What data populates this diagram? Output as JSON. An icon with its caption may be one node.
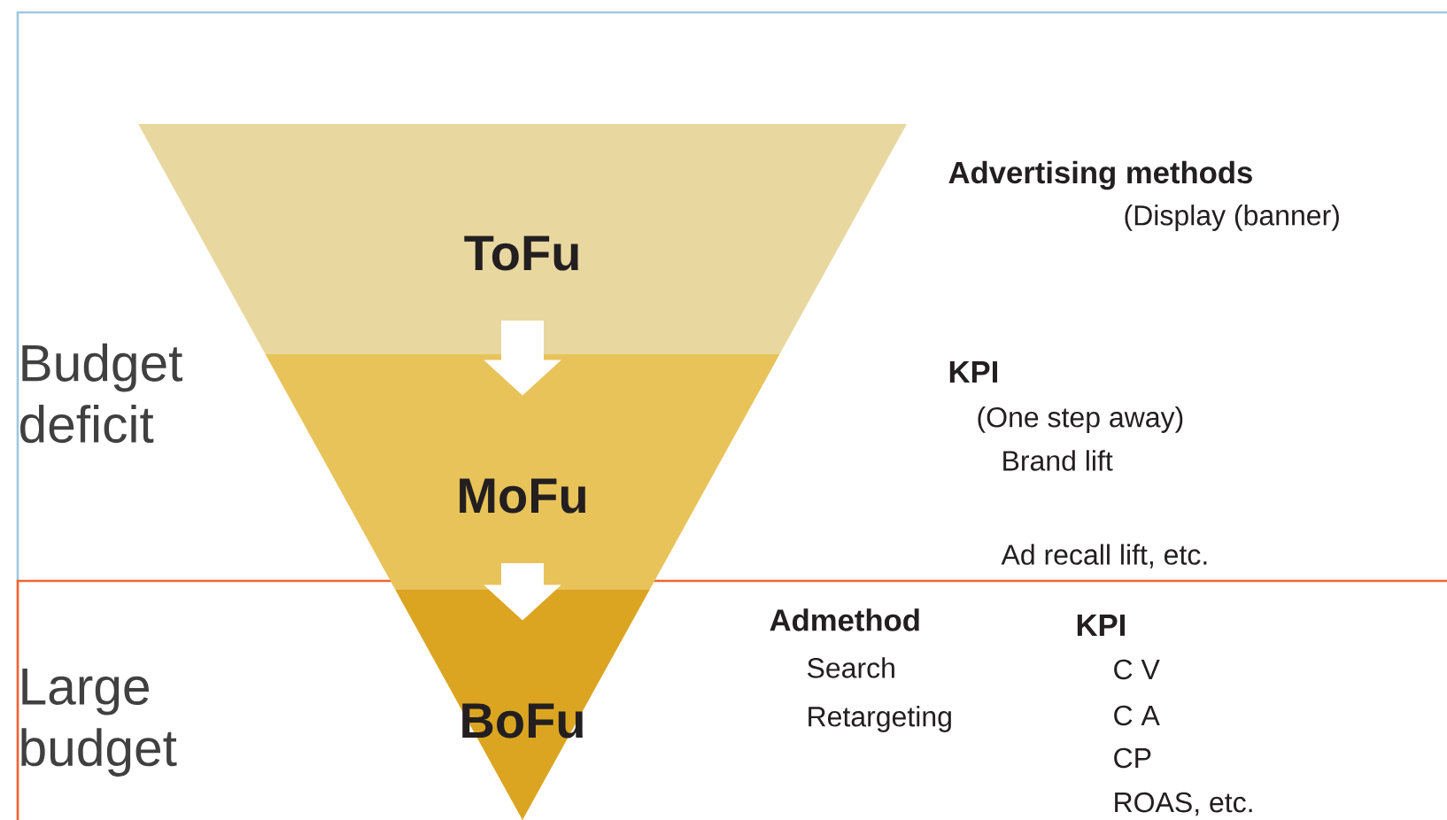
{
  "diagram": {
    "nodes": [
      {
        "text": [
          "ToFu"
        ]
      },
      {
        "text": [
          "MoFu"
        ]
      },
      {
        "text": [
          "BoFu"
        ]
      }
    ],
    "edges": [
      {
        "from": 0,
        "to": 1,
        "arrow": "to"
      },
      {
        "from": 1,
        "to": 2,
        "arrow": "to"
      }
    ],
    "labels": [
      "Advertising methods",
      "(Display (banner)",
      "Budget deficit",
      "KPI",
      "(One step away)",
      "Brand lift",
      "Ad recall lift, etc.",
      "Admethod",
      "KPI",
      "Search",
      "C V",
      "Large budget",
      "Retargeting",
      "C A",
      "CP",
      "ROAS, etc."
    ]
  }
}
